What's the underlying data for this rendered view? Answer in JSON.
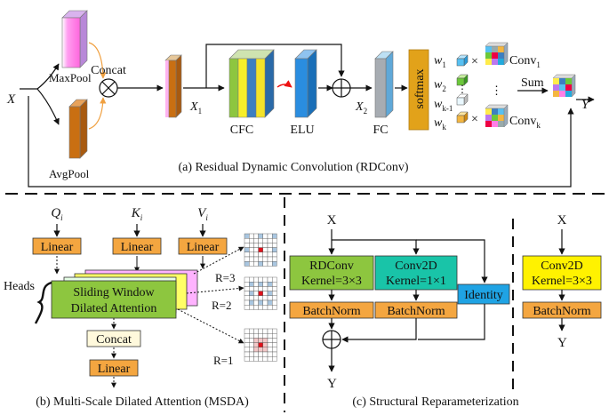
{
  "rdconv": {
    "input": "X",
    "maxpool": "MaxPool",
    "avgpool": "AvgPool",
    "concat": "Concat",
    "x1": "X",
    "x1_sub": "1",
    "cfc": "CFC",
    "elu": "ELU",
    "x2": "X",
    "x2_sub": "2",
    "fc": "FC",
    "softmax": "softmax",
    "w1": "w",
    "w1_sub": "1",
    "w2": "w",
    "w2_sub": "2",
    "wk1": "w",
    "wk1_sub": "k-1",
    "wk": "w",
    "wk_sub": "k",
    "times": "×",
    "conv1": "Conv",
    "conv1_sub": "1",
    "convk": "Conv",
    "convk_sub": "k",
    "sum": "Sum",
    "output": "Y",
    "caption": "(a) Residual Dynamic Convolution (RDConv)"
  },
  "msda": {
    "q": "Q",
    "q_sub": "i",
    "k": "K",
    "k_sub": "i",
    "v": "V",
    "v_sub": "i",
    "linear": "Linear",
    "heads": "Heads",
    "sliding_line1": "Sliding Window",
    "sliding_line2": "Dilated Attention",
    "r3": "R=3",
    "r2": "R=2",
    "r1": "R=1",
    "concat": "Concat",
    "caption": "(b) Multi-Scale Dilated Attention (MSDA)"
  },
  "rep": {
    "x": "X",
    "rdconv_line1": "RDConv",
    "rdconv_line2": "Kernel=3×3",
    "conv2d_line1": "Conv2D",
    "conv2d_line2": "Kernel=1×1",
    "identity": "Identity",
    "batchnorm": "BatchNorm",
    "y": "Y",
    "caption": "(c) Structural Reparameterization",
    "right_x": "X",
    "right_conv_line1": "Conv2D",
    "right_conv_line2": "Kernel=3×3",
    "right_bn": "BatchNorm",
    "right_y": "Y"
  },
  "colors": {
    "orange_box": "#f4a640",
    "cfc_blue": "#3d7fc1",
    "softmax_gold": "#e2a21a",
    "green_box": "#8dc63f",
    "teal_box": "#19c4a8",
    "identity_blue": "#1fa3e4",
    "yellow_box": "#fff200",
    "cream_box": "#fff9dc",
    "pink": "#ff80e6",
    "brown": "#c96f12",
    "gray": "#9da6b0"
  }
}
